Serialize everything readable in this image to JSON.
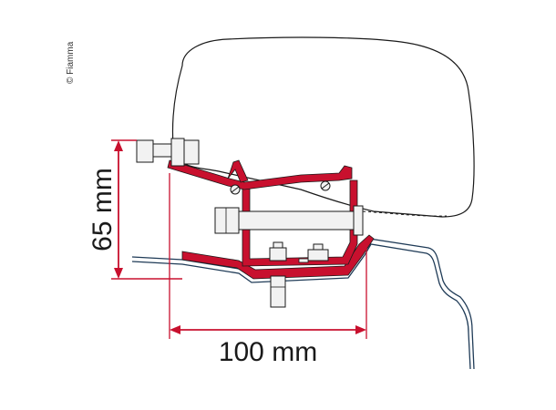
{
  "copyright": "© Fiamma",
  "dimensions": {
    "height_label": "65 mm",
    "width_label": "100 mm"
  },
  "colors": {
    "bracket": "#c8102e",
    "outline": "#1a1a1a",
    "vehicle": "#1f3b57",
    "dimension": "#c8102e",
    "housing_fill": "#ffffff",
    "hardware_fill": "#f2f2f2"
  }
}
